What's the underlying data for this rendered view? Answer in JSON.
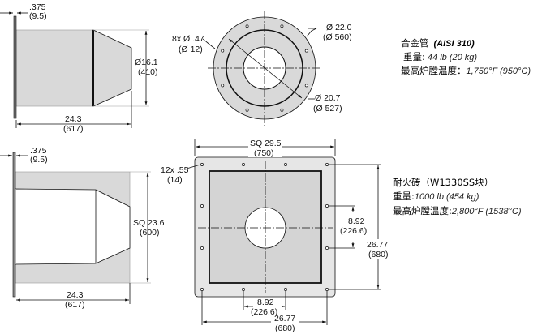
{
  "colors": {
    "fill": "#d9d9d9",
    "line": "#111111"
  },
  "top_side_view": {
    "flange_thickness": ".375",
    "flange_thickness_mm": "(9.5)",
    "diameter": "Ø16.1",
    "diameter_mm": "(410)",
    "length": "24.3",
    "length_mm": "(617)"
  },
  "top_front_view": {
    "holes": "8x Ø .47",
    "holes_mm": "(Ø 12)",
    "outer_diameter": "Ø 22.0",
    "outer_diameter_mm": "(Ø 560)",
    "bolt_circle": "Ø 20.7",
    "bolt_circle_mm": "(Ø 527)"
  },
  "alloy_spec": {
    "title": "合金管",
    "material": "(AISI 310)",
    "weight_label": "重量:",
    "weight_value": " 44 lb (20 kg)",
    "temp_label": "最高炉膛温度：",
    "temp_value": "1,750°F (950°C)"
  },
  "bottom_side_view": {
    "flange_thickness": ".375",
    "flange_thickness_mm": "(9.5)",
    "square": "SQ 23.6",
    "square_mm": "(600)",
    "length": "24.3",
    "length_mm": "(617)"
  },
  "bottom_front_view": {
    "holes": "12x .55",
    "holes_mm": "(14)",
    "square": "SQ 29.5",
    "square_mm": "(750)",
    "spacing_v": "8.92",
    "spacing_v_mm": "(226.6)",
    "span_v": "26.77",
    "span_v_mm": "(680)",
    "spacing_h": "8.92",
    "spacing_h_mm": "(226.6)",
    "span_h": "26.77",
    "span_h_mm": "(680)"
  },
  "brick_spec": {
    "title": "耐火砖（W1330SS块）",
    "weight_label": "重量:",
    "weight_value": "1000 lb (454 kg)",
    "temp_label": "最高炉膛温度:",
    "temp_value": "2,800°F (1538°C)"
  }
}
